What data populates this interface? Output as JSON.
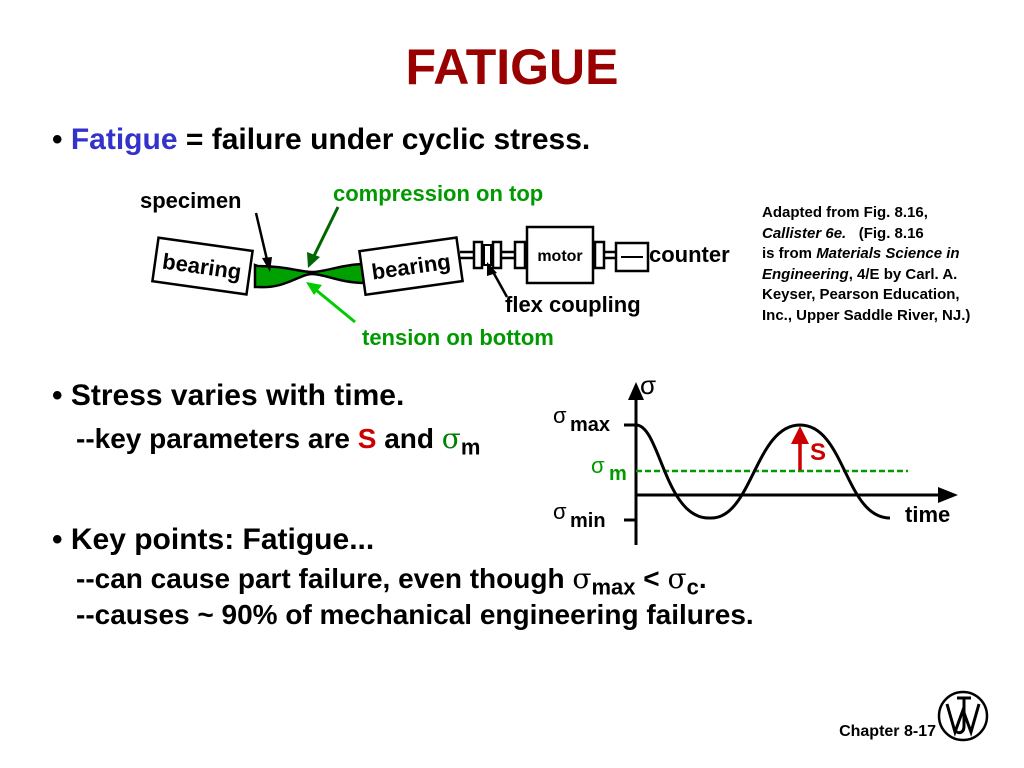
{
  "title": "FATIGUE",
  "bullet1": {
    "term": "Fatigue",
    "rest": " = failure under cyclic stress."
  },
  "diagram": {
    "specimen": "specimen",
    "compression": "compression on top",
    "tension": "tension on bottom",
    "bearing_left": "bearing",
    "bearing_right": "bearing",
    "motor": "motor",
    "counter": "counter",
    "flex_coupling": "flex coupling"
  },
  "credit": {
    "line1": "Adapted from Fig. 8.16,",
    "callister": "Callister 6e.",
    "figref": "(Fig. 8.16",
    "isfrom": "is from",
    "book": "Materials Science in Engineering",
    "rest": ", 4/E by Carl. A. Keyser, Pearson Education, Inc., Upper Saddle River, NJ.)"
  },
  "bullet2": {
    "text": "Stress varies with time."
  },
  "bullet2_sub": {
    "prefix": "--key parameters are ",
    "S": "S",
    "and": " and ",
    "sigma": "σ",
    "m": "m"
  },
  "bullet3": {
    "text": "Key points:  Fatigue..."
  },
  "bullet3_sub1": {
    "prefix": "--can cause part failure, even though ",
    "sigma": "σ",
    "max": "max",
    "lt": " < ",
    "sigma2": "σ",
    "c": "c",
    "dot": "."
  },
  "bullet3_sub2": {
    "text": "--causes ~ 90% of mechanical engineering failures."
  },
  "graph": {
    "y_axis": "σ",
    "x_axis": "time",
    "sigma": "σ",
    "max": "max",
    "m": "m",
    "min": "min",
    "S": "S"
  },
  "footer": {
    "chapter": "Chapter 8-",
    "page": "17"
  },
  "colors": {
    "title": "#990000",
    "term": "#3333cc",
    "S": "#cc0000",
    "green": "#009900"
  }
}
